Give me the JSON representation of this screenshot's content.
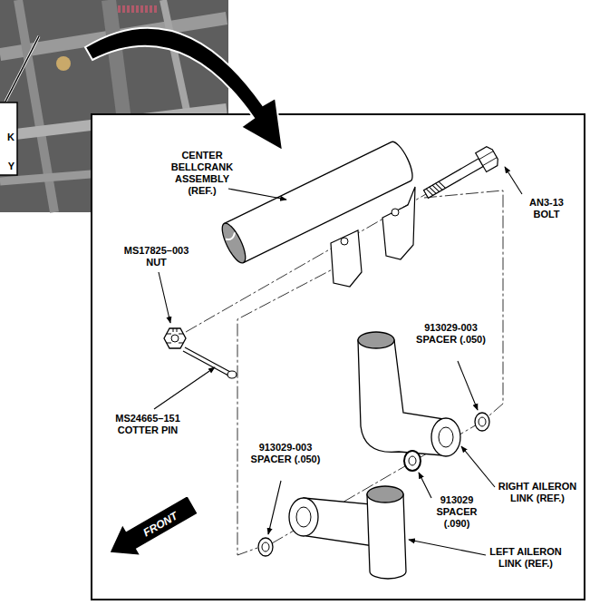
{
  "diagram": {
    "nodes": [
      {
        "text": [
          "K Y"
        ]
      },
      {
        "text": [
          "FRONT"
        ]
      }
    ],
    "labels": [
      "CENTER BELLCRANK ASSEMBLY (REF.)",
      "AN3-13 BOLT",
      "MS17825–003 NUT",
      "913029-003 SPACER (.050)",
      "MS24665–151 COTTER PIN",
      "913029-003 SPACER (.050)",
      "RIGHT AILERON LINK (REF.)",
      "913029 SPACER (.090)",
      "LEFT AILERON LINK (REF.)"
    ]
  }
}
